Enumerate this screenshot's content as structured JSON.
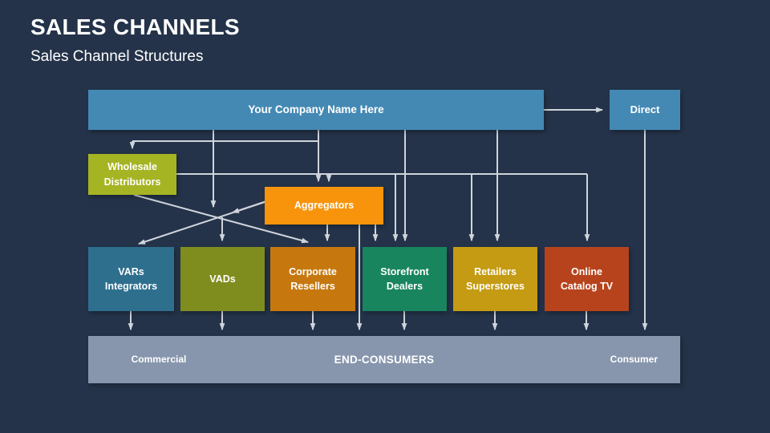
{
  "header": {
    "title": "SALES CHANNELS",
    "subtitle": "Sales Channel Structures"
  },
  "nodes": {
    "company": {
      "label": "Your Company Name Here",
      "color": "#4489B4"
    },
    "direct": {
      "label": "Direct",
      "color": "#4489B4"
    },
    "wholesale": {
      "label": "Wholesale Distributors",
      "color": "#A5B423"
    },
    "aggregators": {
      "label": "Aggregators",
      "color": "#F8940C"
    },
    "vars": {
      "label": "VARs Integrators",
      "color": "#2E6F8E"
    },
    "vads": {
      "label": "VADs",
      "color": "#7F8D1F"
    },
    "corporate": {
      "label": "Corporate Resellers",
      "color": "#C6780F"
    },
    "storefront": {
      "label": "Storefront Dealers",
      "color": "#18855F"
    },
    "retailers": {
      "label": "Retailers Superstores",
      "color": "#C49B12"
    },
    "online": {
      "label": "Online Catalog TV",
      "color": "#B7431D"
    },
    "end_consumers": {
      "label": "END-CONSUMERS",
      "left_label": "Commercial",
      "right_label": "Consumer",
      "color": "#8796AD"
    }
  },
  "colors": {
    "background": "#243349",
    "arrow": "#D9DDE4"
  }
}
